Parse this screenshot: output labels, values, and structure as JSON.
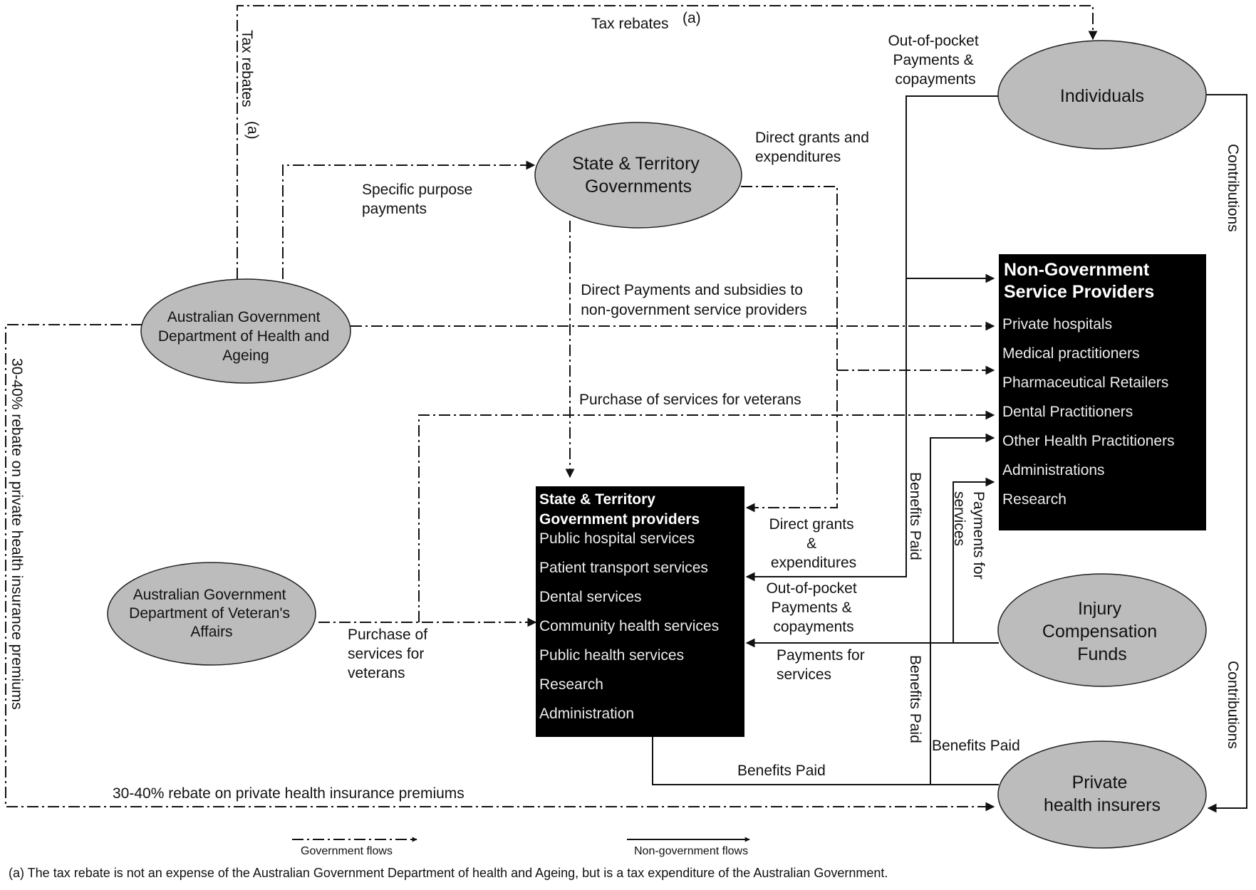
{
  "nodes": {
    "doha": [
      "Australian Government",
      "Department of Health and",
      "Ageing"
    ],
    "dva": [
      "Australian Government",
      "Department of Veteran's",
      "Affairs"
    ],
    "state_gov": [
      "State & Territory",
      "Governments"
    ],
    "individuals": "Individuals",
    "injury": [
      "Injury",
      "Compensation",
      "Funds"
    ],
    "insurers": [
      "Private",
      "health insurers"
    ]
  },
  "ngsp": {
    "title": [
      "Non-Government",
      "Service Providers"
    ],
    "items": [
      "Private hospitals",
      "Medical practitioners",
      "Pharmaceutical Retailers",
      "Dental Practitioners",
      "Other Health Practitioners",
      "Administrations",
      "Research"
    ]
  },
  "stgp": {
    "title": [
      "State & Territory",
      "Government providers"
    ],
    "items": [
      "Public hospital services",
      "Patient transport services",
      "Dental services",
      "Community health services",
      "Public health services",
      "Research",
      "Administration"
    ]
  },
  "flows": {
    "tax_top": "Tax rebates",
    "tax_top_sup": "(a)",
    "tax_vertical": "Tax rebates",
    "tax_vertical_sup": "(a)",
    "spp": [
      "Specific purpose",
      "payments"
    ],
    "direct_grants_top": [
      "Direct grants and",
      "expenditures"
    ],
    "oop_top": [
      "Out-of-pocket",
      "Payments &",
      "copayments"
    ],
    "contributions_top": "Contributions",
    "contributions_bottom": "Contributions",
    "direct_payments": [
      "Direct Payments and subsidies to",
      "non-government service providers"
    ],
    "purchase_veterans_top": "Purchase of services for veterans",
    "purchase_veterans_bottom": [
      "Purchase of",
      "services for",
      "veterans"
    ],
    "direct_grants_mid": [
      "Direct grants",
      "&",
      "expenditures"
    ],
    "oop_mid": [
      "Out-of-pocket",
      "Payments &",
      "copayments"
    ],
    "payments_services_mid": [
      "Payments for",
      "services"
    ],
    "payments_services_vertical": [
      "Payments for",
      "services"
    ],
    "benefits_vertical_1": "Benefits Paid",
    "benefits_vertical_2": "Benefits Paid",
    "benefits_right": "Benefits Paid",
    "benefits_bottom": "Benefits Paid",
    "rebate_vertical": "30-40% rebate on private health insurance premiums",
    "rebate_bottom": "30-40% rebate on private health insurance premiums"
  },
  "legend": {
    "government": "Government flows",
    "non_government": "Non-government flows"
  },
  "footnote": "(a)  The tax rebate is not an expense of the Australian Government Department of health and Ageing, but is a tax expenditure of the Australian Government.",
  "colors": {
    "node_fill": "#bcbcbc",
    "box_fill": "#000000",
    "line": "#111111"
  }
}
